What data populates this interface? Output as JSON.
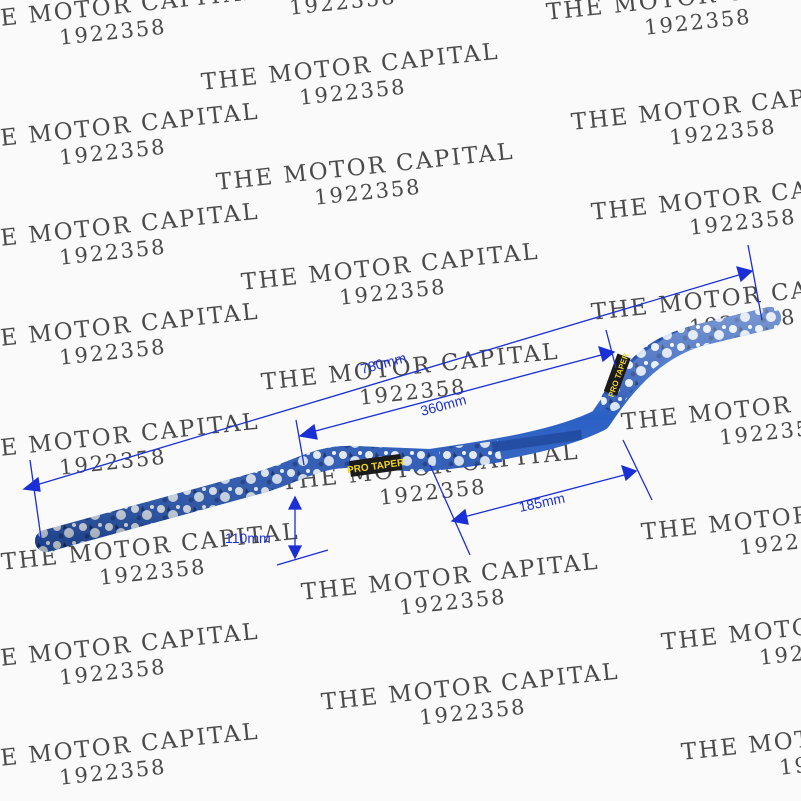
{
  "watermark": {
    "line1": "THE MOTOR CAPITAL",
    "line2": "1922358"
  },
  "product": {
    "brand_lettering": "PRO TAPER",
    "bar_color": "#2a5fc4",
    "graphic_color": "#dbe6f5"
  },
  "dimensions": {
    "overall_width": "780mm",
    "clamp_width": "360mm",
    "rise": "110mm",
    "bend_length": "185mm",
    "line_color": "#1a2fd6"
  }
}
